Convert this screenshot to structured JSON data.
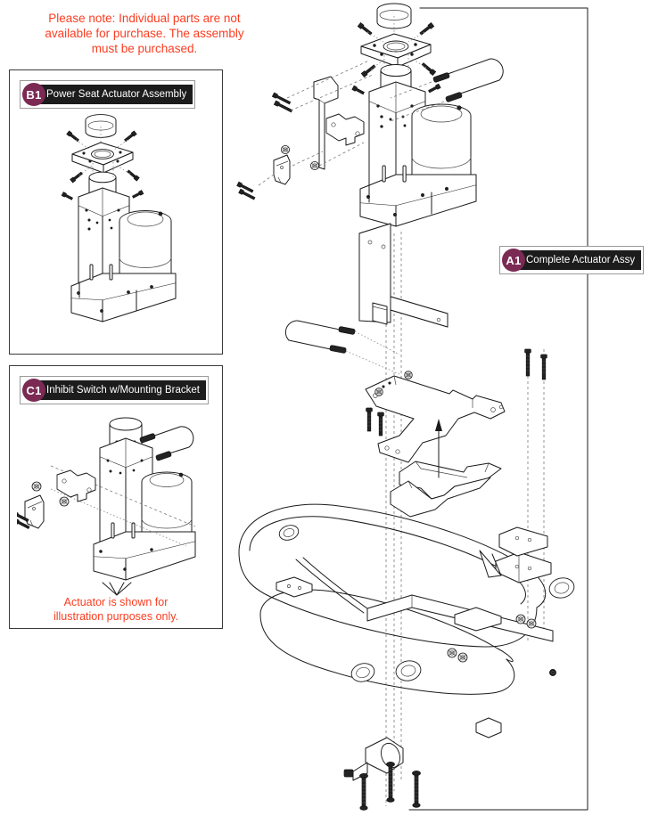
{
  "document": {
    "type": "exploded-parts-diagram",
    "title_note": "Please note: Individual parts are not available for purchase. The assembly must be purchased.",
    "colors": {
      "badge_purple": "#7b2a54",
      "plate_black": "#1c1c1c",
      "note_red": "#fc3d21",
      "line_black": "#1b1b1b",
      "panel_border": "#3a3a3a"
    }
  },
  "note": {
    "line1": "Please note: Individual parts are not",
    "line2": "available for purchase. The assembly",
    "line3": "must be purchased."
  },
  "callouts": {
    "b1": {
      "id": "B1",
      "label": "Power Seat Actuator Assembly"
    },
    "c1": {
      "id": "C1",
      "label": "Inhibit Switch w/Mounting Bracket"
    },
    "a1": {
      "id": "A1",
      "label": "Complete Actuator Assy"
    }
  },
  "c1_caption": {
    "line1": "Actuator is shown for",
    "line2": "illustration purposes only."
  },
  "panels": {
    "b1_detail_alt": "Exploded view of power seat actuator: cap, mounting flange with four screws, inner column tube, outer housing column, motor canister and base plate.",
    "c1_detail_alt": "Inhibit switch with mounting bracket exploded from actuator column: switch body, two screws, bracket plate, two nuts and U-clamp.",
    "a1_detail_alt": "Complete actuator assembly exploded over wheelchair base frame with mounting plate, U-clamps, brackets, bolts, nuts and washers."
  }
}
